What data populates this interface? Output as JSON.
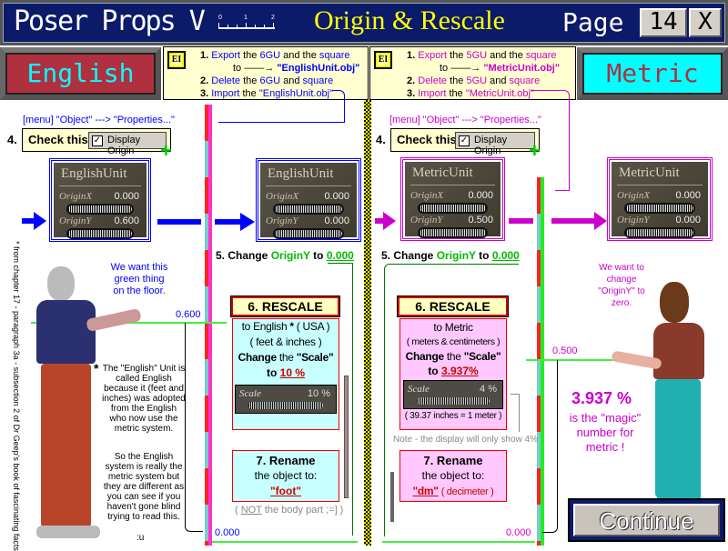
{
  "header": {
    "title": "Poser Props V",
    "ruler_ticks": [
      "0",
      "1",
      "2"
    ],
    "subtitle": "Origin  & Rescale",
    "page_label": "Page",
    "page_number": "14",
    "close_label": "X"
  },
  "buttons": {
    "english": "English",
    "metric": "Metric",
    "continue": "Continue"
  },
  "colors": {
    "header_bg": "#0c1a6a",
    "english_bg": "#b03040",
    "english_text": "#00ffff",
    "metric_bg": "#00ffff",
    "metric_text": "#b03040",
    "blue": "#0000ff",
    "magenta": "#c000c0",
    "green": "#00c000"
  },
  "english": {
    "ei_icon": "EI",
    "steps": [
      {
        "num": "1.",
        "a": "Export",
        "b": " the ",
        "c": "6GU",
        "d": " and the ",
        "e": "square"
      },
      {
        "to": "to",
        "file": "\"EnglishUnit.obj\""
      },
      {
        "num": "2.",
        "a": "Delete",
        "b": " the ",
        "c": "6GU",
        "d": " and ",
        "e": "square"
      },
      {
        "num": "3.",
        "a": "Import",
        "b": " the ",
        "c": "\"EnglishUnit.obj\""
      }
    ],
    "menu_path": "[menu] \"Object\" ---> \"Properties...\"",
    "step4": "4.",
    "check_label": "Check this",
    "checkbox_label": "Display Origin",
    "panel_before": {
      "name": "EnglishUnit",
      "x_label": "OriginX",
      "x_value": "0.000",
      "y_label": "OriginY",
      "y_value": "0.600"
    },
    "panel_after": {
      "name": "EnglishUnit",
      "x_label": "OriginX",
      "x_value": "0.000",
      "y_label": "OriginY",
      "y_value": "0.000"
    },
    "step5": {
      "prefix": "5. Change ",
      "field": "OriginY",
      "mid": " to ",
      "value": "0.000"
    },
    "rescale_title": "6. RESCALE",
    "rescale": {
      "line1": "to English",
      "star": "*",
      "line1b": "( USA )",
      "line2": "( feet & inches )",
      "change": "Change",
      "the": " the ",
      "scale_q": "\"Scale\"",
      "to": "to ",
      "pct": "10 %",
      "scale_label": "Scale",
      "scale_value": "10 %"
    },
    "rename": {
      "title": "7.  Rename",
      "line": "the object to:",
      "name": "\"foot\""
    },
    "not_note_a": "( ",
    "not_note_not": "NOT",
    "not_note_b": " the body part   ;=]  )",
    "speech": "We want this green thing on the floor.",
    "level_label": "0.600",
    "zero_label": "0.000",
    "footnote_star": "*",
    "footnote": "The \"English\" Unit is called English because it (feet and inches) was adopted from the English who now use the metric system.",
    "footnote2": "So the English system is really the metric system but they are different as you can see if you haven't gone blind trying to read this.",
    "smiley": ":u"
  },
  "metric": {
    "ei_icon": "EI",
    "steps": [
      {
        "num": "1.",
        "a": "Export",
        "b": " the ",
        "c": "5GU",
        "d": " and the ",
        "e": "square"
      },
      {
        "to": "to",
        "file": "\"MetricUnit.obj\""
      },
      {
        "num": "2.",
        "a": "Delete",
        "b": " the ",
        "c": "5GU",
        "d": " and ",
        "e": "square"
      },
      {
        "num": "3.",
        "a": "Import",
        "b": " the ",
        "c": "\"MetricUnit.obj\""
      }
    ],
    "menu_path": "[menu] \"Object\" ---> \"Properties...\"",
    "step4": "4.",
    "check_label": "Check this",
    "checkbox_label": "Display Origin",
    "panel_before": {
      "name": "MetricUnit",
      "x_label": "OriginX",
      "x_value": "0.000",
      "y_label": "OriginY",
      "y_value": "0.500"
    },
    "panel_after": {
      "name": "MetricUnit",
      "x_label": "OriginX",
      "x_value": "0.000",
      "y_label": "OriginY",
      "y_value": "0.000"
    },
    "step5": {
      "prefix": "5. Change ",
      "field": "OriginY",
      "mid": " to ",
      "value": "0.000"
    },
    "rescale_title": "6. RESCALE",
    "rescale": {
      "line1": "to Metric",
      "line2": "( meters & centimeters )",
      "change": "Change",
      "the": " the ",
      "scale_q": "\"Scale\"",
      "to": "to ",
      "pct": "3.937%",
      "scale_label": "Scale",
      "scale_value": "4 %",
      "conv": "( 39.37 inches = 1 meter )"
    },
    "display_note": "Note - the display will only show 4%",
    "rename": {
      "title": "7.  Rename",
      "line": "the object to:",
      "name": "\"dm\"",
      "paren": "( decimeter )"
    },
    "speech": "We want to change \"OriginY\" to zero.",
    "level_label": "0.500",
    "zero_label": "0.000",
    "magic_value": "3.937 %",
    "magic_text": "is the \"magic\" number for metric !"
  },
  "side_note": "* from chapter 17 - paragraph 3a - subsection 2 of Dr Geep's book of fascinating facts"
}
